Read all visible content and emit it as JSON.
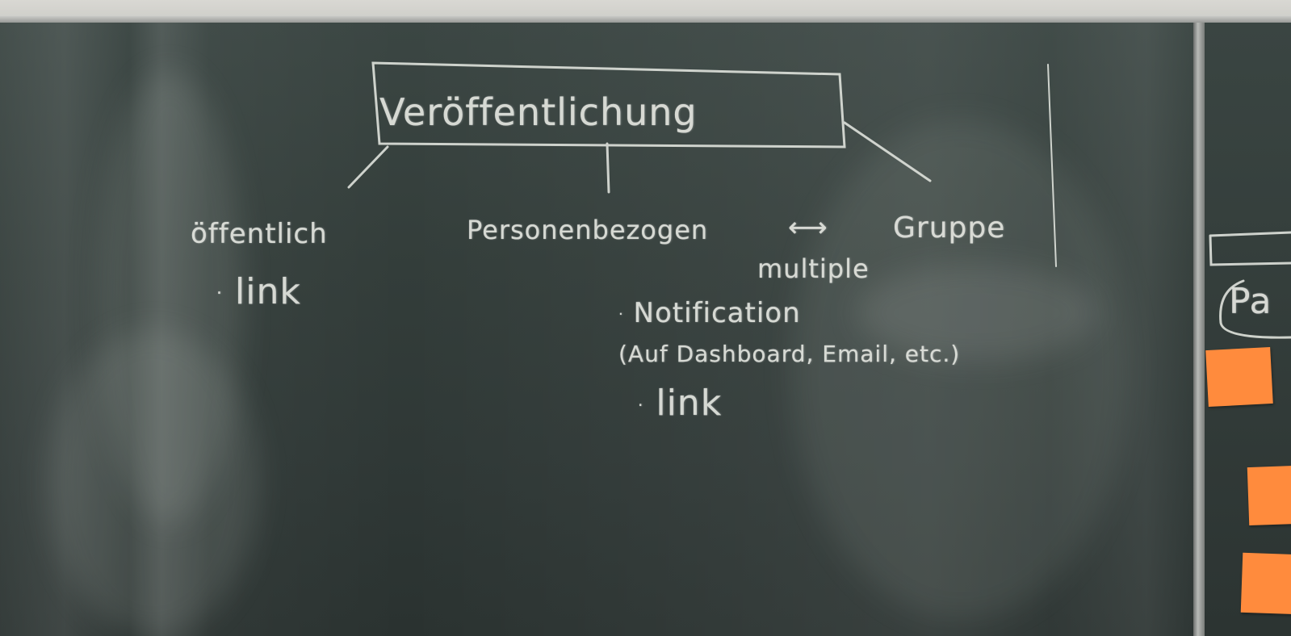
{
  "board": {
    "title": "Veröffentlichung",
    "left_branch": {
      "heading": "öffentlich",
      "bullets": [
        "link"
      ]
    },
    "middle_branch": {
      "heading": "Personenbezogen",
      "arrow": "⟷",
      "related": "Gruppe",
      "note": "multiple",
      "bullets": [
        "Notification",
        "link"
      ],
      "detail": "(Auf Dashboard, Email, etc.)"
    },
    "right_board_partial": "Pa"
  },
  "colors": {
    "chalkboard": "#333d3a",
    "chalk": "#e4e6e0",
    "sticky_note": "#ff8b3d"
  }
}
